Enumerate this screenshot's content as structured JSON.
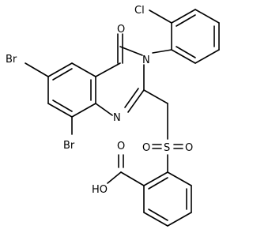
{
  "structure": {
    "labels": {
      "cl": "Cl",
      "o_carbonyl": "O",
      "br_top": "Br",
      "n3": "N",
      "n1": "N",
      "br_bottom": "Br",
      "o_acid": "O",
      "s": "S",
      "o_s_left": "O",
      "o_s_right": "O",
      "oh": "HO"
    }
  }
}
